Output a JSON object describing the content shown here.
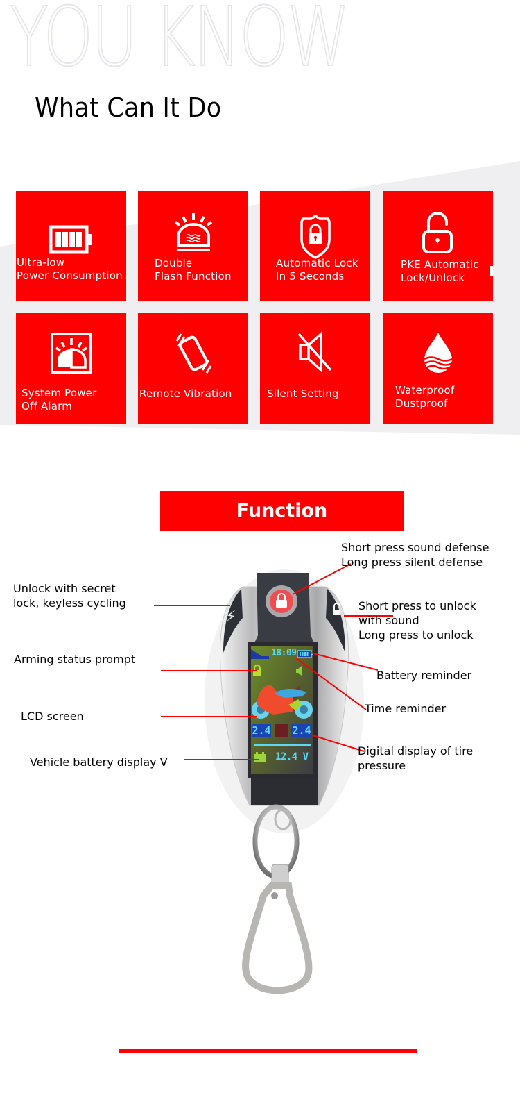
{
  "header": {
    "watermark": "YOU KNOW",
    "title": "What Can It Do"
  },
  "features": [
    {
      "icon": "battery-icon",
      "label": "Ultra-low\nPower Consumption"
    },
    {
      "icon": "flashing-beacon-icon",
      "label": "Double\nFlash Function"
    },
    {
      "icon": "shield-lock-icon",
      "label": "Automatic Lock\nIn 5 Seconds"
    },
    {
      "icon": "unlock-padlock-icon",
      "label": "PKE Automatic\nLock/Unlock"
    },
    {
      "icon": "alarm-siren-icon",
      "label": "System Power\nOff Alarm"
    },
    {
      "icon": "phone-vibration-icon",
      "label": "Remote Vibration"
    },
    {
      "icon": "speaker-mute-icon",
      "label": "Silent Setting"
    },
    {
      "icon": "water-drop-icon",
      "label": "Waterproof\nDustproof"
    }
  ],
  "function_section": {
    "banner": "Function",
    "callouts": {
      "unlock_secret": "Unlock with secret\nlock, keyless cycling",
      "arming_status": "Arming status prompt",
      "lcd_screen": "LCD screen",
      "vehicle_battery": "Vehicle battery display V",
      "sound_defense": "Short press sound defense\nLong press silent defense",
      "unlock_sound": "Short press to unlock\nwith sound\nLong press to unlock",
      "battery_reminder": "Battery reminder",
      "time_reminder": "Time reminder",
      "tire_pressure": "Digital display of tire\npressure"
    },
    "device_screen": {
      "time": "18:09",
      "tire_left": "2.4",
      "tire_right": "2.4",
      "voltage": "12.4 V"
    }
  },
  "colors": {
    "accent_red": "#ff0000",
    "background_gray": "#efeef1",
    "watermark_gray": "#e6e6ea"
  }
}
